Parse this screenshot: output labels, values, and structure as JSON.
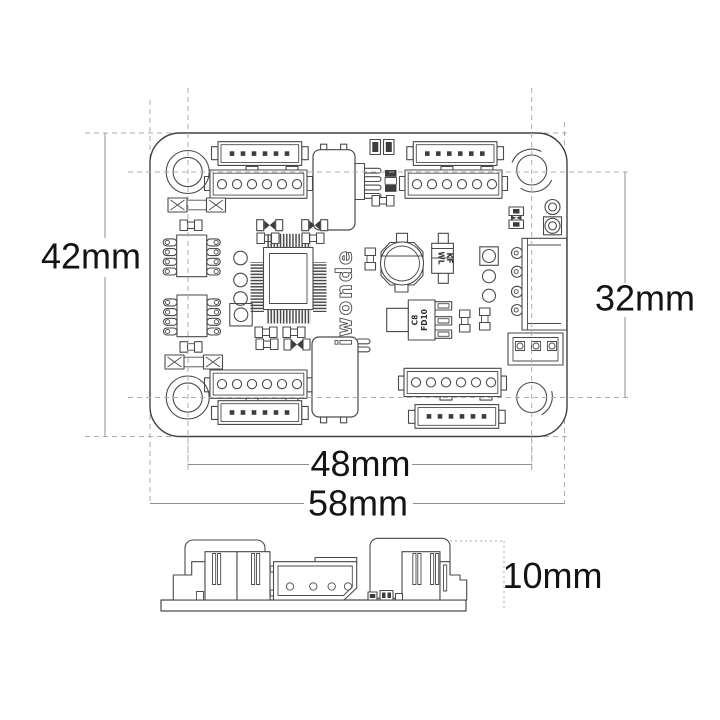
{
  "dimensions": {
    "board_height": "42mm",
    "hole_pitch_vertical": "32mm",
    "hole_pitch_horizontal": "48mm",
    "board_width": "58mm",
    "overall_height": "10mm"
  },
  "board": {
    "logo": "iwonde",
    "silkscreen": {
      "diode_line1": "WL",
      "diode_line2": "KF",
      "regulator_line1": "C8",
      "regulator_line2": "FD10"
    }
  }
}
